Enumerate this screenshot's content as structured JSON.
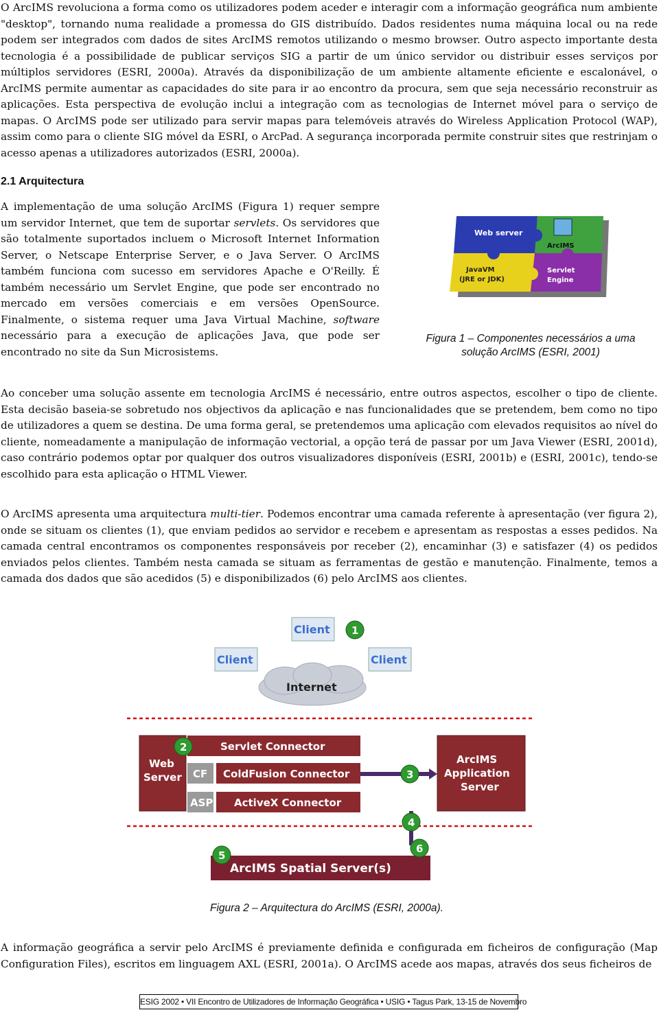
{
  "intro": {
    "text": "O ArcIMS revoluciona a forma como os utilizadores podem aceder e interagir com a informação geográfica num ambiente \"desktop\", tornando numa realidade a promessa do GIS distribuído. Dados residentes numa máquina local ou na rede podem ser integrados com dados de sites ArcIMS remotos utilizando o mesmo browser. Outro aspecto importante desta tecnologia é a possibilidade de publicar serviços SIG a partir de um único servidor ou distribuir esses serviços por múltiplos servidores (ESRI, 2000a). Através da disponibilização de um ambiente altamente eficiente e escalonável, o ArcIMS permite aumentar as capacidades do site para ir ao encontro da procura, sem que seja necessário reconstruir as aplicações. Esta perspectiva de evolução inclui a integração com as tecnologias de Internet móvel para o serviço de mapas. O ArcIMS pode ser utilizado para servir mapas para telemóveis através do Wireless Application Protocol (WAP), assim como para o cliente SIG móvel da ESRI, o ArcPad. A segurança incorporada permite construir sites que restrinjam o acesso apenas a utilizadores autorizados (ESRI, 2000a)."
  },
  "section": {
    "heading": "2.1 Arquitectura"
  },
  "arch_para": {
    "part1": "A implementação de uma solução ArcIMS (Figura 1) requer sempre um servidor Internet, que tem de suportar ",
    "em1": "servlets",
    "part2": ". Os servidores que são totalmente suportados incluem o Microsoft Internet Information Server, o Netscape Enterprise Server, e o Java Server. O ArcIMS também funciona com sucesso em servidores Apache e O'Reilly. É também necessário um Servlet Engine, que pode ser encontrado no mercado em versões comerciais e em versões OpenSource. Finalmente, o sistema requer uma Java Virtual Machine, ",
    "em2": "software",
    "part3": " necessário para a execução de aplicações Java, que pode ser encontrado no site da Sun Microsistems."
  },
  "figure1": {
    "caption": "Figura 1 – Componentes necessários a uma solução ArcIMS (ESRI, 2001)",
    "labels": {
      "web_server": "Web server",
      "arcims": "ArcIMS",
      "javavm": "JavaVM",
      "jre": "(JRE or JDK)",
      "servlet": "Servlet",
      "engine": "Engine"
    }
  },
  "client_para": {
    "text": "Ao conceber uma solução assente em tecnologia ArcIMS é necessário, entre outros aspectos, escolher o tipo de cliente. Esta decisão baseia-se sobretudo nos objectivos da aplicação e nas funcionalidades que se pretendem, bem como no tipo de utilizadores a quem se destina. De uma forma geral, se pretendemos uma aplicação com elevados requisitos ao nível do cliente, nomeadamente a manipulação de informação vectorial, a opção terá de passar por um Java Viewer (ESRI, 2001d), caso contrário podemos optar por qualquer dos outros visualizadores disponíveis (ESRI, 2001b) e (ESRI, 2001c), tendo-se escolhido para esta aplicação o HTML Viewer."
  },
  "tier_para": {
    "part1": "O ArcIMS apresenta uma arquitectura ",
    "em": "multi-tier",
    "part2": ". Podemos encontrar uma camada referente à apresentação (ver figura 2), onde se situam os clientes (1), que enviam pedidos ao servidor e recebem e apresentam as respostas a esses pedidos. Na camada central encontramos os componentes responsáveis por receber (2), encaminhar (3) e satisfazer (4) os pedidos enviados pelos clientes. Também nesta camada se situam as ferramentas de gestão e manutenção. Finalmente, temos a camada dos dados que são acedidos (5) e disponibilizados (6) pelo ArcIMS aos clientes."
  },
  "figure2": {
    "caption": "Figura 2 – Arquitectura do ArcIMS (ESRI, 2000a).",
    "client": "Client",
    "internet": "Internet",
    "web_server_1": "Web",
    "web_server_2": "Server",
    "servlet_connector": "Servlet Connector",
    "cf": "CF",
    "coldfusion_connector": "ColdFusion Connector",
    "asp": "ASP",
    "activex_connector": "ActiveX Connector",
    "app_server_1": "ArcIMS",
    "app_server_2": "Application",
    "app_server_3": "Server",
    "spatial_server": "ArcIMS Spatial Server(s)",
    "numbers": [
      "1",
      "2",
      "3",
      "4",
      "5",
      "6"
    ]
  },
  "config_para": {
    "text": "A informação geográfica a servir pelo ArcIMS é previamente definida e configurada em ficheiros de configuração (Map Configuration Files), escritos em linguagem AXL (ESRI, 2001a). O ArcIMS acede aos mapas, através dos seus ficheiros de"
  },
  "footer": {
    "text": "ESIG 2002 • VII Encontro de Utilizadores de Informação Geográfica • USIG • Tagus Park, 13-15 de Novembro"
  },
  "colors": {
    "blue": "#2a3cb0",
    "green": "#3fa23f",
    "yellow": "#e8d11c",
    "purple": "#8a2fa8",
    "maroon": "#8a2a2e",
    "red": "#d01010"
  }
}
